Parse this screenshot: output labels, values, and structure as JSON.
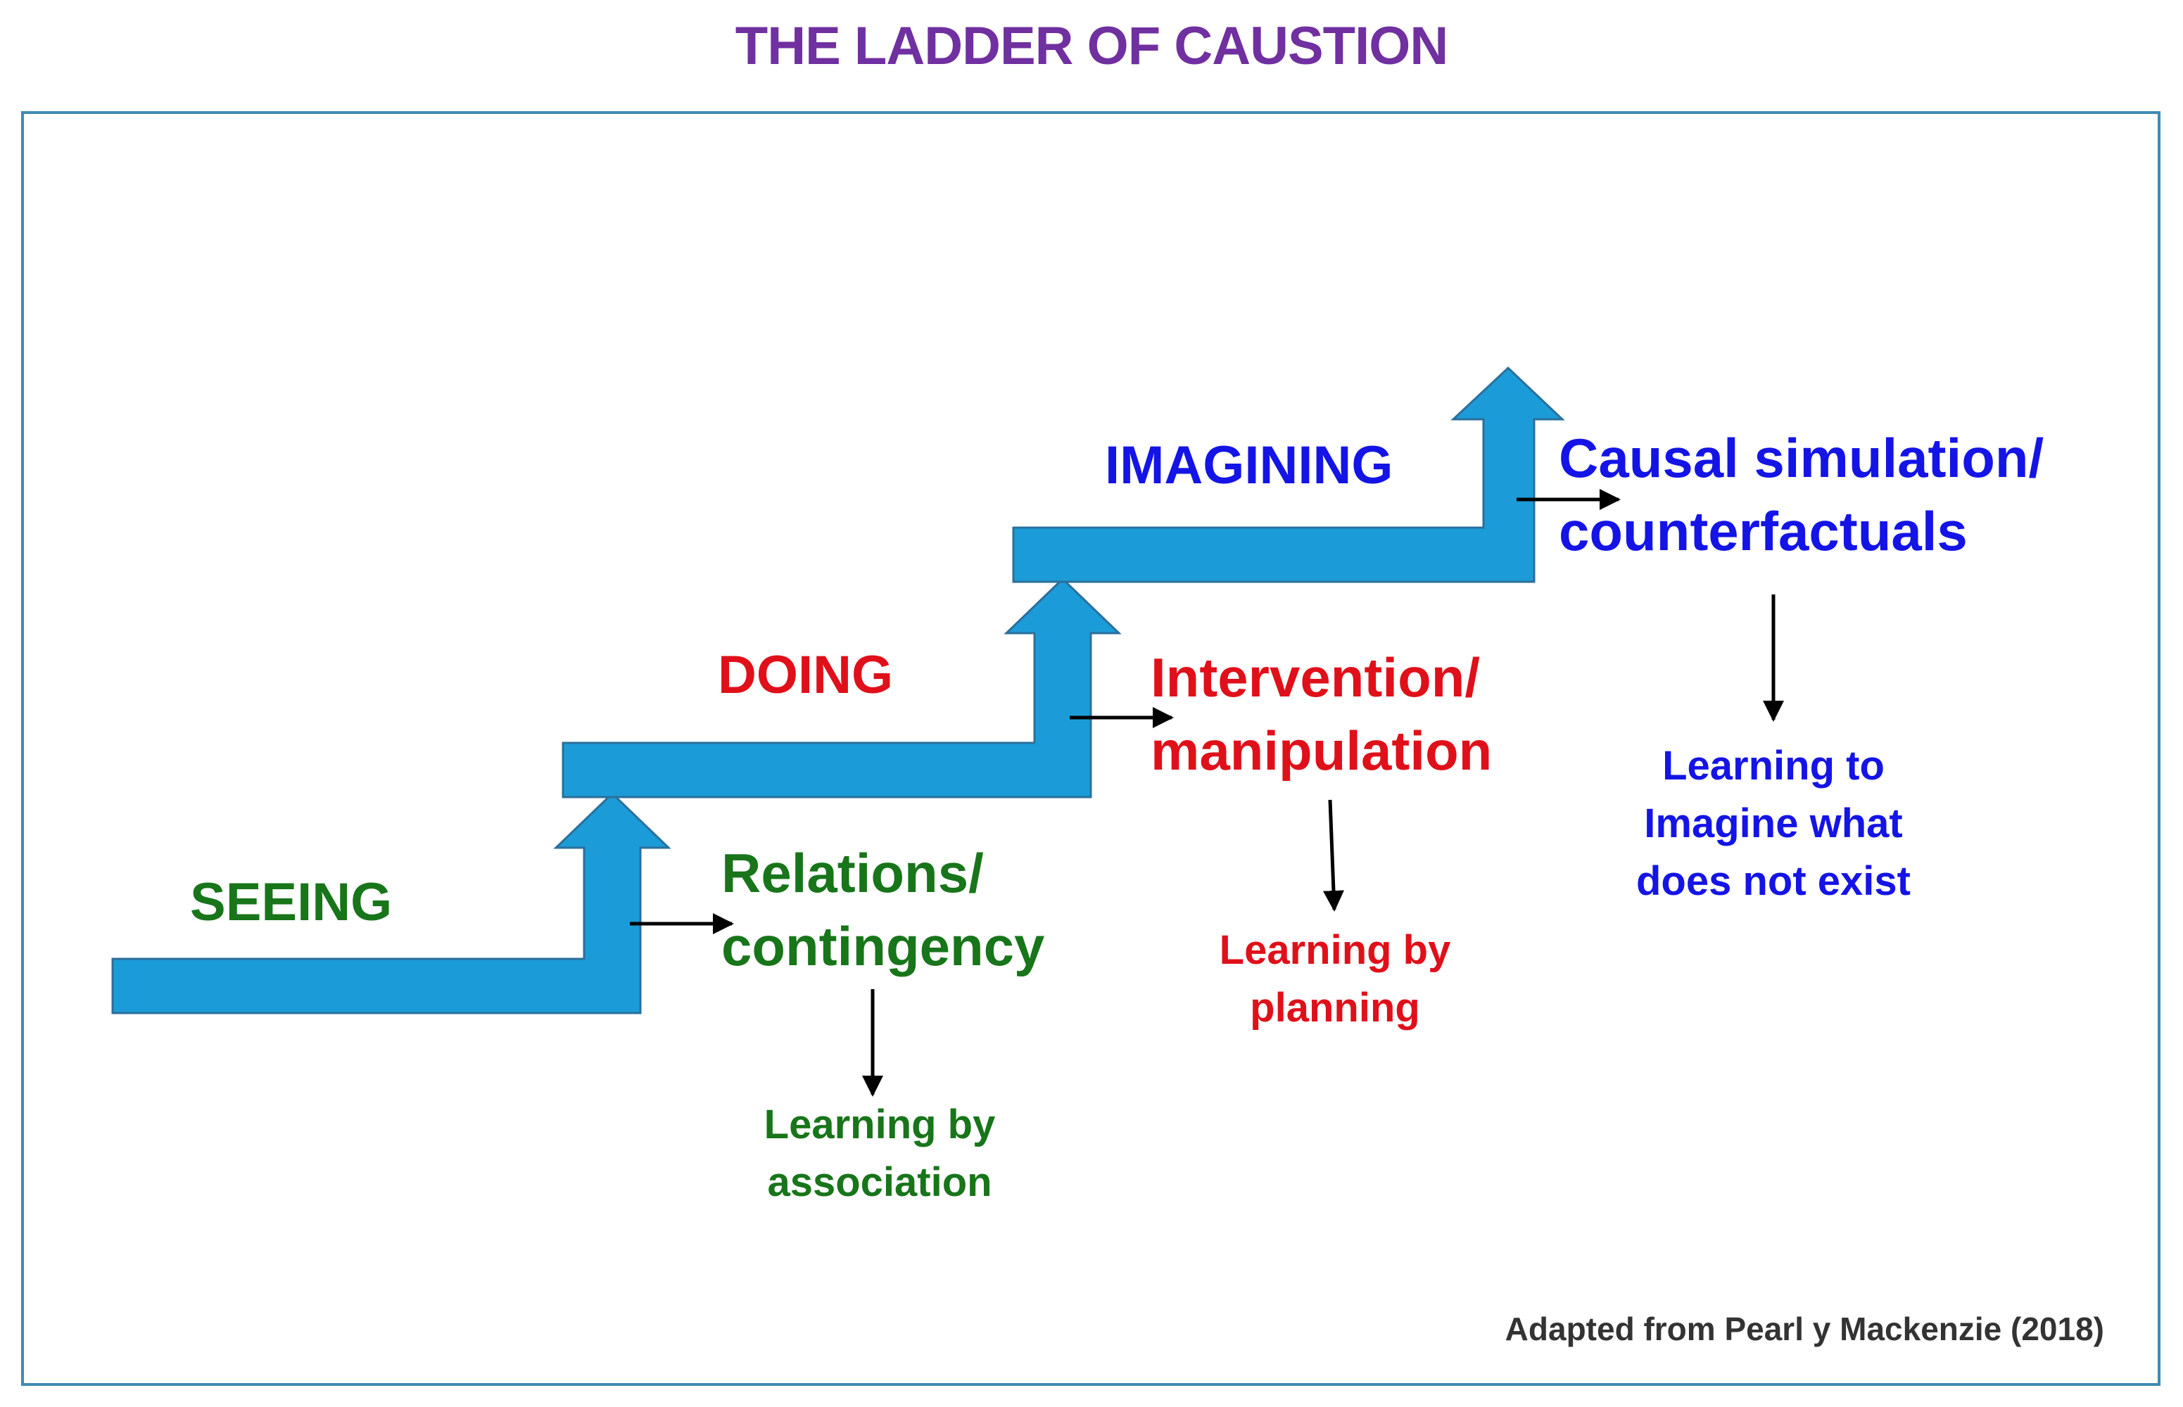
{
  "title": "THE LADDER OF CAUSTION",
  "colors": {
    "title": "#7030a0",
    "frame": "#3e8bb5",
    "step": "#1b9cd8",
    "step_edge": "#2b6f9c",
    "seeing": "#18751a",
    "doing": "#e0101a",
    "imagining": "#1414e6",
    "arrow": "#000000",
    "credit": "#333333"
  },
  "levels": {
    "seeing": {
      "stage": "SEEING",
      "concept_lines": [
        "Relations/",
        "contingency"
      ],
      "learning_lines": [
        "Learning by",
        "association"
      ]
    },
    "doing": {
      "stage": "DOING",
      "concept_lines": [
        "Intervention/",
        "manipulation"
      ],
      "learning_lines": [
        "Learning by",
        "planning"
      ]
    },
    "imagining": {
      "stage": "IMAGINING",
      "concept_lines": [
        "Causal simulation/",
        "counterfactuals"
      ],
      "learning_lines": [
        "Learning to",
        "Imagine what",
        "does not exist"
      ]
    }
  },
  "credit": "Adapted from Pearl y Mackenzie (2018)"
}
